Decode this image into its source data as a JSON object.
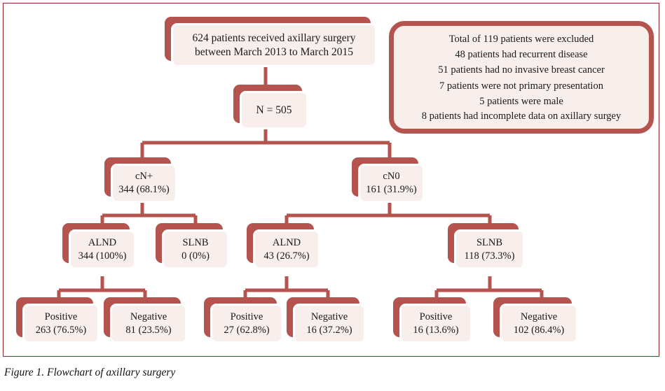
{
  "figure": {
    "caption": "Figure 1. Flowchart of axillary surgery",
    "colors": {
      "box_border": "#b5534e",
      "box_fill": "#f8eeeb",
      "frame_border": "#8c2a2a",
      "connector": "#b5534e",
      "background": "#ffffff",
      "text": "#1a1a1a"
    }
  },
  "chart_data": {
    "type": "diagram",
    "title": "Flowchart of axillary surgery",
    "nodes": [
      {
        "id": "cohort",
        "lines": [
          "624 patients received axillary surgery",
          "between March 2013 to March 2015"
        ],
        "count": 624
      },
      {
        "id": "included",
        "lines": [
          "N = 505"
        ],
        "count": 505
      },
      {
        "id": "cn_positive",
        "lines": [
          "cN+",
          "344 (68.1%)"
        ],
        "count": 344,
        "percent": 68.1
      },
      {
        "id": "cn0",
        "lines": [
          "cN0",
          "161 (31.9%)"
        ],
        "count": 161,
        "percent": 31.9
      },
      {
        "id": "cnp_alnd",
        "lines": [
          "ALND",
          "344 (100%)"
        ],
        "count": 344,
        "percent": 100
      },
      {
        "id": "cnp_slnb",
        "lines": [
          "SLNB",
          "0 (0%)"
        ],
        "count": 0,
        "percent": 0
      },
      {
        "id": "cn0_alnd",
        "lines": [
          "ALND",
          "43 (26.7%)"
        ],
        "count": 43,
        "percent": 26.7
      },
      {
        "id": "cn0_slnb",
        "lines": [
          "SLNB",
          "118 (73.3%)"
        ],
        "count": 118,
        "percent": 73.3
      },
      {
        "id": "cnp_alnd_pos",
        "lines": [
          "Positive",
          "263 (76.5%)"
        ],
        "count": 263,
        "percent": 76.5
      },
      {
        "id": "cnp_alnd_neg",
        "lines": [
          "Negative",
          "81 (23.5%)"
        ],
        "count": 81,
        "percent": 23.5
      },
      {
        "id": "cn0_alnd_pos",
        "lines": [
          "Positive",
          "27 (62.8%)"
        ],
        "count": 27,
        "percent": 62.8
      },
      {
        "id": "cn0_alnd_neg",
        "lines": [
          "Negative",
          "16 (37.2%)"
        ],
        "count": 16,
        "percent": 37.2
      },
      {
        "id": "cn0_slnb_pos",
        "lines": [
          "Positive",
          "16 (13.6%)"
        ],
        "count": 16,
        "percent": 13.6
      },
      {
        "id": "cn0_slnb_neg",
        "lines": [
          "Negative",
          "102 (86.4%)"
        ],
        "count": 102,
        "percent": 86.4
      }
    ],
    "exclusions": {
      "total": 119,
      "lines": [
        "Total of 119 patients were excluded",
        "48 patients had recurrent disease",
        "51 patients had no invasive breast cancer",
        "7 patients were not primary presentation",
        "5 patients were male",
        "8 patients had incomplete data on axillary surgey"
      ]
    },
    "edges": [
      [
        "cohort",
        "included"
      ],
      [
        "included",
        "cn_positive"
      ],
      [
        "included",
        "cn0"
      ],
      [
        "cn_positive",
        "cnp_alnd"
      ],
      [
        "cn_positive",
        "cnp_slnb"
      ],
      [
        "cn0",
        "cn0_alnd"
      ],
      [
        "cn0",
        "cn0_slnb"
      ],
      [
        "cnp_alnd",
        "cnp_alnd_pos"
      ],
      [
        "cnp_alnd",
        "cnp_alnd_neg"
      ],
      [
        "cn0_alnd",
        "cn0_alnd_pos"
      ],
      [
        "cn0_alnd",
        "cn0_alnd_neg"
      ],
      [
        "cn0_slnb",
        "cn0_slnb_pos"
      ],
      [
        "cn0_slnb",
        "cn0_slnb_neg"
      ]
    ]
  },
  "nodes": {
    "cohort": {
      "l0": "624 patients received axillary surgery",
      "l1": "between March 2013 to March 2015"
    },
    "included": {
      "l0": "N = 505"
    },
    "cn_positive": {
      "l0": "cN+",
      "l1": "344 (68.1%)"
    },
    "cn0": {
      "l0": "cN0",
      "l1": "161 (31.9%)"
    },
    "cnp_alnd": {
      "l0": "ALND",
      "l1": "344 (100%)"
    },
    "cnp_slnb": {
      "l0": "SLNB",
      "l1": "0 (0%)"
    },
    "cn0_alnd": {
      "l0": "ALND",
      "l1": "43 (26.7%)"
    },
    "cn0_slnb": {
      "l0": "SLNB",
      "l1": "118 (73.3%)"
    },
    "cnp_alnd_pos": {
      "l0": "Positive",
      "l1": "263 (76.5%)"
    },
    "cnp_alnd_neg": {
      "l0": "Negative",
      "l1": "81 (23.5%)"
    },
    "cn0_alnd_pos": {
      "l0": "Positive",
      "l1": "27 (62.8%)"
    },
    "cn0_alnd_neg": {
      "l0": "Negative",
      "l1": "16 (37.2%)"
    },
    "cn0_slnb_pos": {
      "l0": "Positive",
      "l1": "16 (13.6%)"
    },
    "cn0_slnb_neg": {
      "l0": "Negative",
      "l1": "102 (86.4%)"
    }
  },
  "exclusion_box": {
    "l0": "Total of 119 patients were excluded",
    "l1": "48 patients had recurrent disease",
    "l2": "51 patients had no invasive breast cancer",
    "l3": "7 patients were not primary presentation",
    "l4": "5 patients were male",
    "l5": "8 patients had incomplete data on axillary surgey"
  }
}
